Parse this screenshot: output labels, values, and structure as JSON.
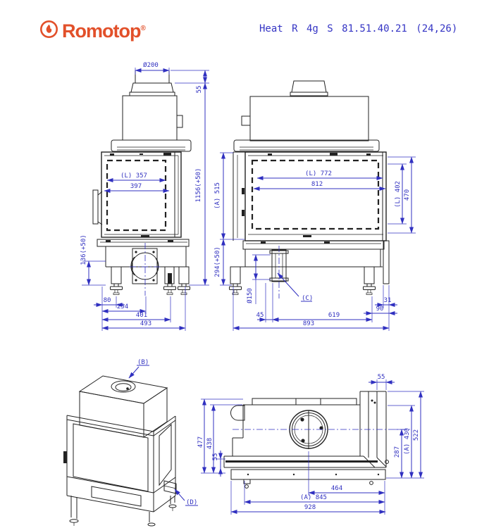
{
  "header": {
    "brand": "Romotop",
    "registered_mark": "®",
    "title": "Heat R 4g S 81.51.40.21 (24,26)"
  },
  "colors": {
    "dimension_blue": "#3030c0",
    "drawing_black": "#222222",
    "brand_orange": "#e2502a"
  },
  "views": {
    "front_side": {
      "dims": {
        "d200": "Ø200",
        "h55": "55",
        "h1156": "1156(+50)",
        "l357": "(L) 357",
        "w397": "397",
        "h136": "136(+50)",
        "c80": "80",
        "c254": "254",
        "c401": "401",
        "c493": "493"
      }
    },
    "front_main": {
      "dims": {
        "l772": "(L) 772",
        "w812": "812",
        "l402": "(L) 402",
        "h470": "470",
        "a515": "(A) 515",
        "h294": "294(+50)",
        "d150": "Ø150",
        "c45": "45",
        "c619": "619",
        "c893": "893",
        "c31": "31",
        "c90": "90"
      },
      "labels": {
        "c": "(C)"
      }
    },
    "isometric": {
      "labels": {
        "b": "(B)",
        "d": "(D)"
      }
    },
    "plan": {
      "dims": {
        "t55": "55",
        "d477": "477",
        "d438": "438",
        "s55": "55",
        "r287": "287",
        "a430": "(A) 430",
        "d522": "522",
        "b464": "464",
        "a845": "(A) 845",
        "b928": "928"
      }
    }
  }
}
